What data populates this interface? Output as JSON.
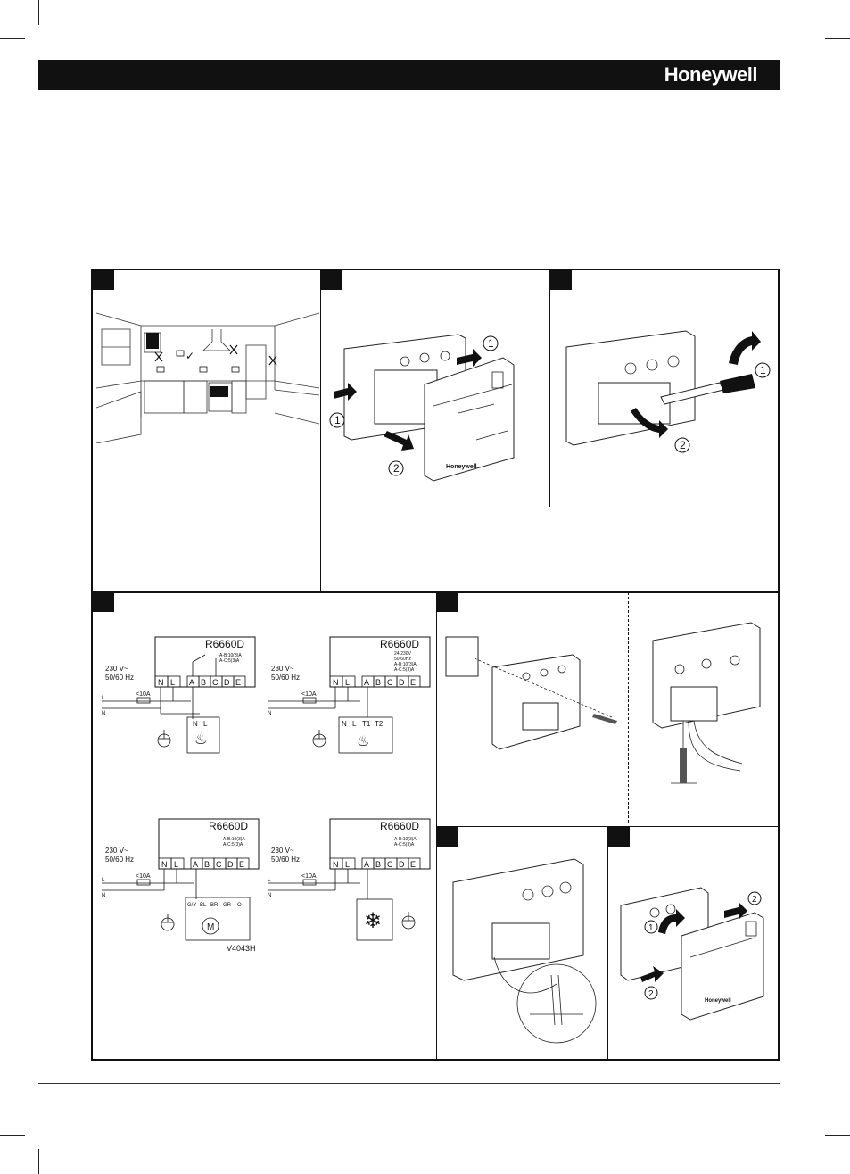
{
  "header": {
    "brand": "Honeywell"
  },
  "panel1": {
    "label_check": "✓",
    "label_x": "X"
  },
  "panel2": {
    "step1": "1",
    "step2": "2",
    "device_brand": "Honeywell"
  },
  "panel3": {
    "step1": "1",
    "step2": "2"
  },
  "wiring": {
    "diagrams": [
      {
        "model": "R6660D",
        "supply": [
          "230 V~",
          "50/60 Hz"
        ],
        "fuse": "<10A",
        "rating": [
          "A-B:10(3)A",
          "A-C:5(3)A"
        ],
        "terminals": [
          "N",
          "L",
          "A",
          "B",
          "C",
          "D",
          "E"
        ],
        "load_terminals": [
          "N",
          "L"
        ],
        "phase_labels": [
          "L",
          "N"
        ]
      },
      {
        "model": "R6660D",
        "supply": [
          "230 V~",
          "50/60 Hz"
        ],
        "fuse": "<10A",
        "rating": [
          "24-230V",
          "50-60Hz",
          "A-B:10(3)A",
          "A-C:5(3)A"
        ],
        "terminals": [
          "N",
          "L",
          "A",
          "B",
          "C",
          "D",
          "E"
        ],
        "load_terminals": [
          "N",
          "L",
          "T1",
          "T2"
        ],
        "phase_labels": [
          "L",
          "N"
        ]
      },
      {
        "model": "R6660D",
        "supply": [
          "230 V~",
          "50/60 Hz"
        ],
        "fuse": "<10A",
        "rating": [
          "A-B:10(3)A",
          "A-C:5(3)A"
        ],
        "terminals": [
          "N",
          "L",
          "A",
          "B",
          "C",
          "D",
          "E"
        ],
        "load_terminals": [
          "G/Y",
          "BL",
          "BR",
          "GR",
          "O"
        ],
        "motor": "M",
        "valve": "V4043H",
        "phase_labels": [
          "L",
          "N"
        ]
      },
      {
        "model": "R6660D",
        "supply": [
          "230 V~",
          "50/60 Hz"
        ],
        "fuse": "<10A",
        "rating": [
          "A-B:10(3)A",
          "A-C:5(3)A"
        ],
        "terminals": [
          "N",
          "L",
          "A",
          "B",
          "C",
          "D",
          "E"
        ],
        "phase_labels": [
          "L",
          "N"
        ]
      }
    ]
  },
  "panel7": {
    "step1": "1",
    "step2": "2",
    "device_brand": "Honeywell"
  }
}
